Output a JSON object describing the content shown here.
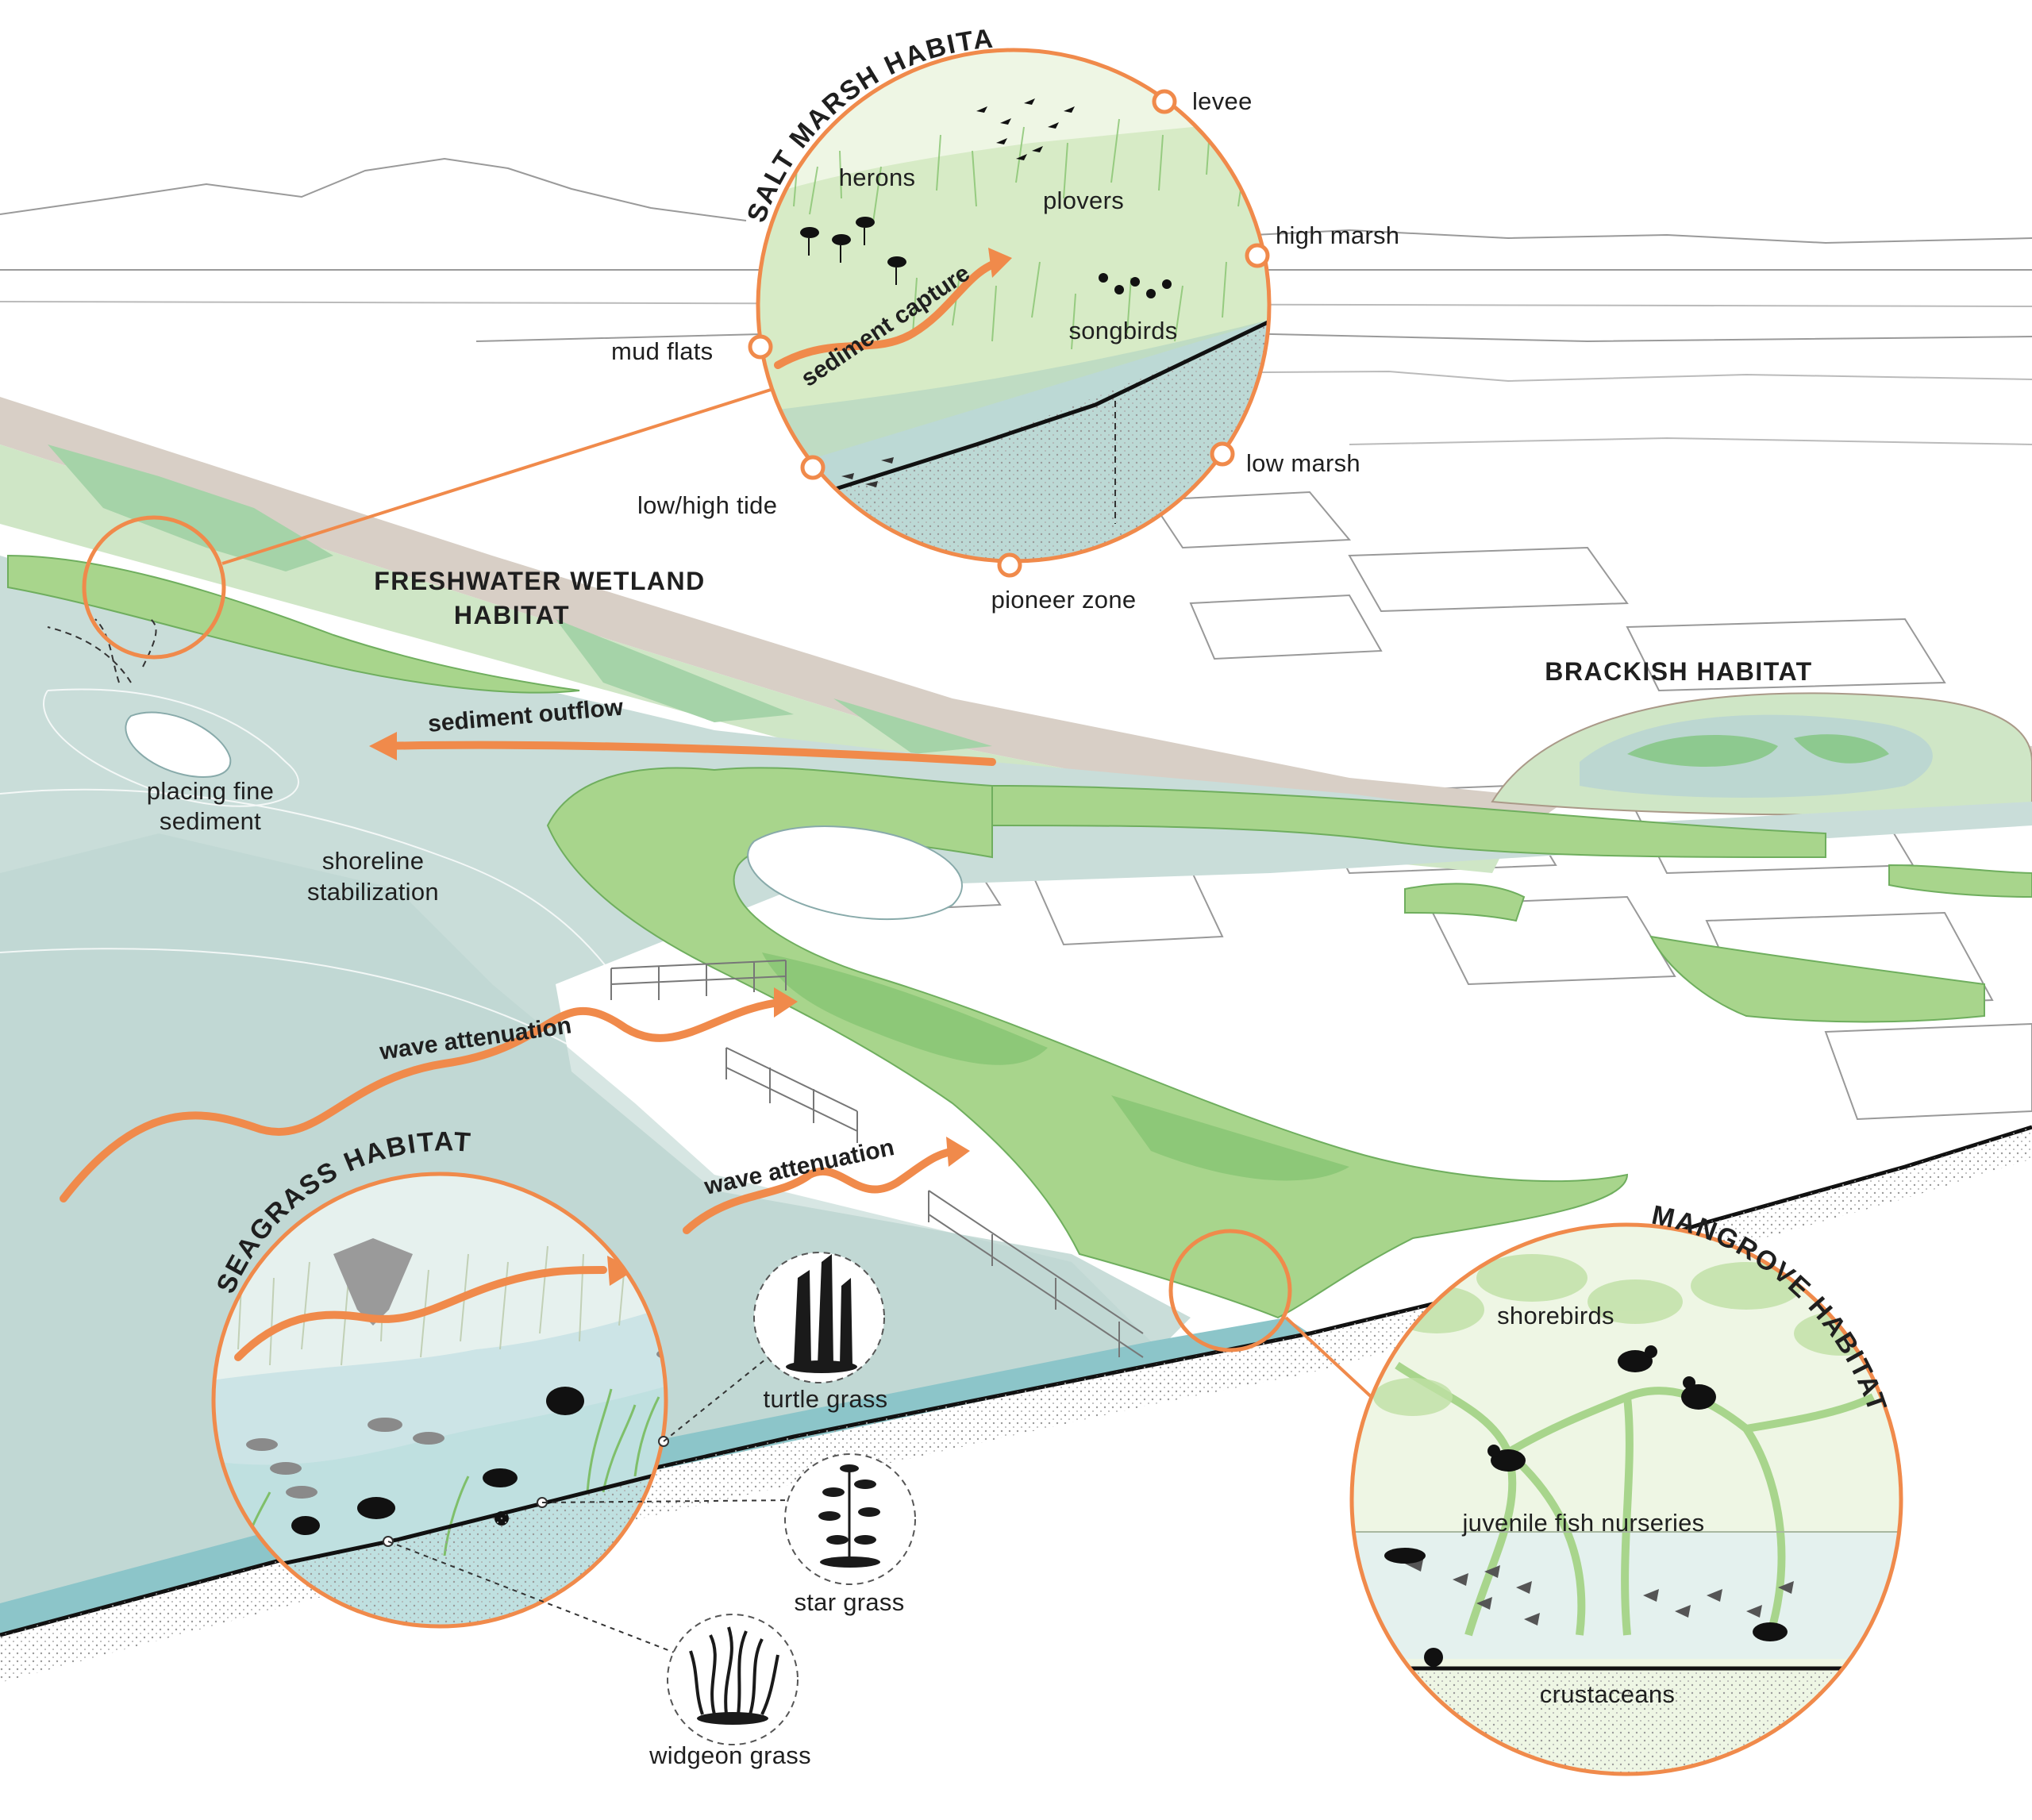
{
  "colors": {
    "accent_orange": "#f08a4b",
    "water": "#c9ddd9",
    "water_deep": "#b9d2cd",
    "marsh_green": "#a8d58c",
    "marsh_dark": "#7cbf6a",
    "wetland_green": "#cfe6c6",
    "teal_edge": "#8cc5c9",
    "ink": "#1f1f1f"
  },
  "icons": [
    "herons-icon",
    "plovers-icon",
    "songbirds-icon",
    "turtle-icon",
    "manta-ray-icon",
    "fish-icon",
    "crab-icon",
    "shorebird-icon",
    "turtle-grass-icon",
    "star-grass-icon",
    "widgeon-grass-icon"
  ],
  "habitats": {
    "salt_marsh": "SALT MARSH HABITAT",
    "freshwater": [
      "FRESHWATER WETLAND",
      "HABITAT"
    ],
    "brackish": "BRACKISH  HABITAT",
    "seagrass": "SEAGRASS HABITAT",
    "mangrove": "MANGROVE HABITAT"
  },
  "salt_marsh": {
    "herons": "herons",
    "plovers": "plovers",
    "songbirds": "songbirds",
    "sediment_capture": "sediment capture",
    "levee": "levee",
    "high_marsh": "high marsh",
    "mud_flats": "mud flats",
    "low_marsh": "low marsh",
    "low_high_tide": "low/high tide",
    "pioneer_zone": "pioneer zone"
  },
  "processes": {
    "sediment_outflow": "sediment outflow",
    "placing_fine_sediment": [
      "placing fine",
      "sediment"
    ],
    "shoreline_stabilization": [
      "shoreline",
      "stabilization"
    ],
    "wave_attenuation_1": "wave attenuation",
    "wave_attenuation_2": "wave attenuation"
  },
  "seagrass": {
    "turtle_grass": "turtle grass",
    "star_grass": "star grass",
    "widgeon_grass": "widgeon grass"
  },
  "mangrove": {
    "shorebirds": "shorebirds",
    "juvenile_fish_nurseries": "juvenile fish nurseries",
    "crustaceans": "crustaceans"
  }
}
